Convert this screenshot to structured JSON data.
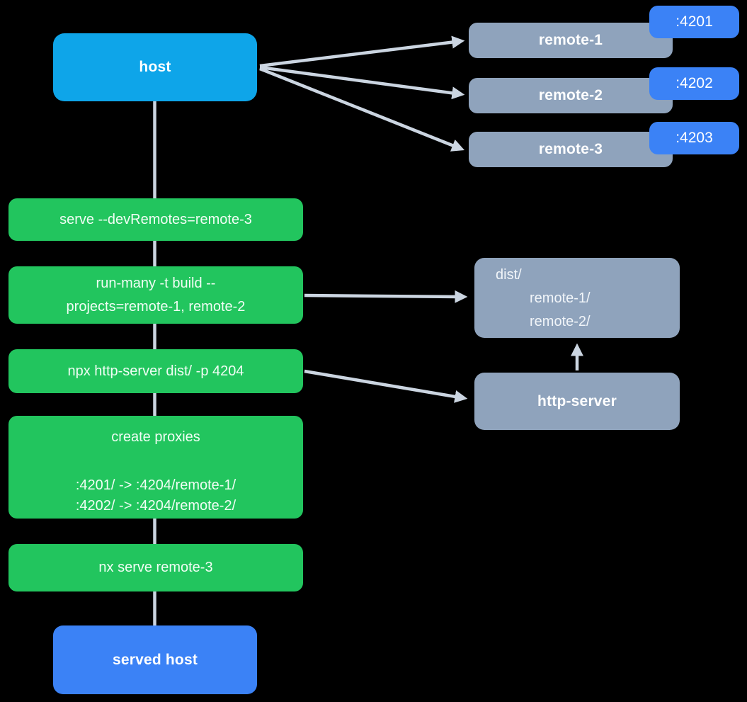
{
  "colors": {
    "background": "#000000",
    "host_fill": "#0ea5e9",
    "remote_fill": "#8fa3bc",
    "port_badge_fill": "#3b82f6",
    "command_fill": "#22c55e",
    "served_host_fill": "#3b82f6",
    "connector": "#cbd5e1",
    "label_text": "#ffffff",
    "command_text": "#f0fdf4"
  },
  "nodes": {
    "host": {
      "label": "host"
    },
    "remotes": [
      {
        "label": "remote-1",
        "port": ":4201"
      },
      {
        "label": "remote-2",
        "port": ":4202"
      },
      {
        "label": "remote-3",
        "port": ":4203"
      }
    ],
    "commands": [
      {
        "lines": [
          "serve --devRemotes=remote-3"
        ]
      },
      {
        "lines": [
          "run-many -t build --",
          "projects=remote-1, remote-2"
        ]
      },
      {
        "lines": [
          "npx http-server dist/ -p 4204"
        ]
      },
      {
        "title": "create proxies",
        "lines": [
          ":4201/ -> :4204/remote-1/",
          ":4202/ -> :4204/remote-2/"
        ]
      },
      {
        "lines": [
          "nx serve remote-3"
        ]
      }
    ],
    "served_host": {
      "label": "served host"
    },
    "dist": {
      "lines": [
        "dist/",
        "remote-1/",
        "remote-2/"
      ]
    },
    "http_server": {
      "label": "http-server"
    }
  },
  "edges": [
    {
      "from": "host",
      "to": "remote-1",
      "arrow": true
    },
    {
      "from": "host",
      "to": "remote-2",
      "arrow": true
    },
    {
      "from": "host",
      "to": "remote-3",
      "arrow": true
    },
    {
      "from": "host",
      "to": "served host",
      "arrow": false
    },
    {
      "from": "run-many -t build",
      "to": "dist/",
      "arrow": true
    },
    {
      "from": "npx http-server",
      "to": "http-server",
      "arrow": true
    },
    {
      "from": "http-server",
      "to": "dist/",
      "arrow": true
    }
  ]
}
